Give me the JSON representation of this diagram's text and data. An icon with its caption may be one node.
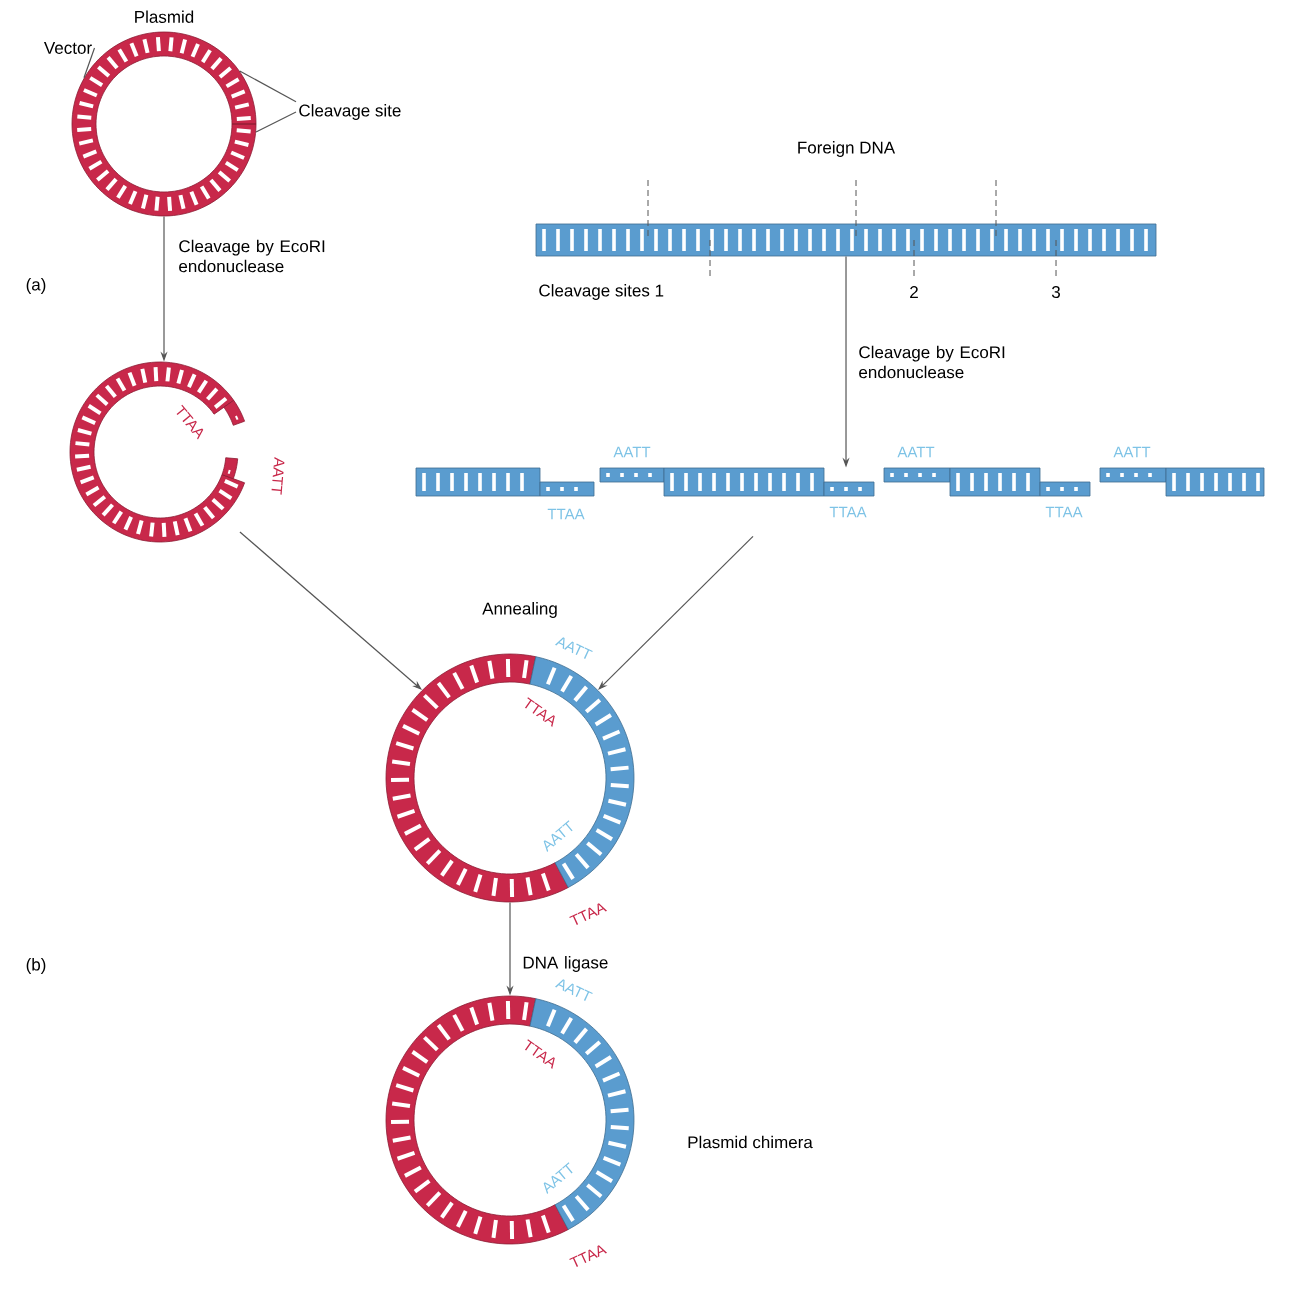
{
  "diagram": {
    "nodes": [
      {
        "text": [
          "Plasmid"
        ]
      },
      {
        "text": [
          "Vector"
        ]
      },
      {
        "text": [
          "Cleavage site"
        ]
      },
      {
        "text": [],
        "shape": "picture",
        "beside": [
          "TTAA",
          "AATT"
        ]
      },
      {
        "text": [
          "Foreign DNA"
        ]
      },
      {
        "text": [],
        "shape": "picture",
        "beside": [
          "TTAA"
        ]
      },
      {
        "text": [],
        "shape": "picture",
        "beside": [
          "AATT",
          "TTAA"
        ]
      },
      {
        "text": [],
        "shape": "picture",
        "beside": [
          "AATT",
          "TTAA"
        ]
      },
      {
        "text": [],
        "shape": "picture",
        "beside": [
          "AATT"
        ]
      },
      {
        "text": [],
        "shape": "picture",
        "beside": [
          "AATT",
          "TTAA",
          "AATT",
          "TTAA"
        ]
      },
      {
        "text": [],
        "shape": "picture",
        "beside": [
          "AATT",
          "TTAA",
          "AATT",
          "TTAA",
          "Plasmid chimera"
        ]
      }
    ],
    "edges": [
      {
        "from": 1,
        "to": 0,
        "arrow": "none"
      },
      {
        "from": 2,
        "to": 0,
        "arrow": "none"
      },
      {
        "from": 2,
        "to": 0,
        "arrow": "none"
      },
      {
        "from": 0,
        "to": 3,
        "arrow": "to",
        "label": "Cleavage by EcoRI endonuclease"
      },
      {
        "from": 4,
        "to": 6,
        "arrow": "to",
        "label": "Cleavage by EcoRI endonuclease"
      },
      {
        "from": 3,
        "to": 9,
        "arrow": "to"
      },
      {
        "from": 6,
        "to": 9,
        "arrow": "to"
      },
      {
        "from": 9,
        "to": 10,
        "arrow": "to",
        "label": "DNA ligase"
      }
    ],
    "labels": [
      "(a)",
      "Cleavage sites 1",
      "2",
      "3",
      "Annealing",
      "(b)"
    ]
  }
}
